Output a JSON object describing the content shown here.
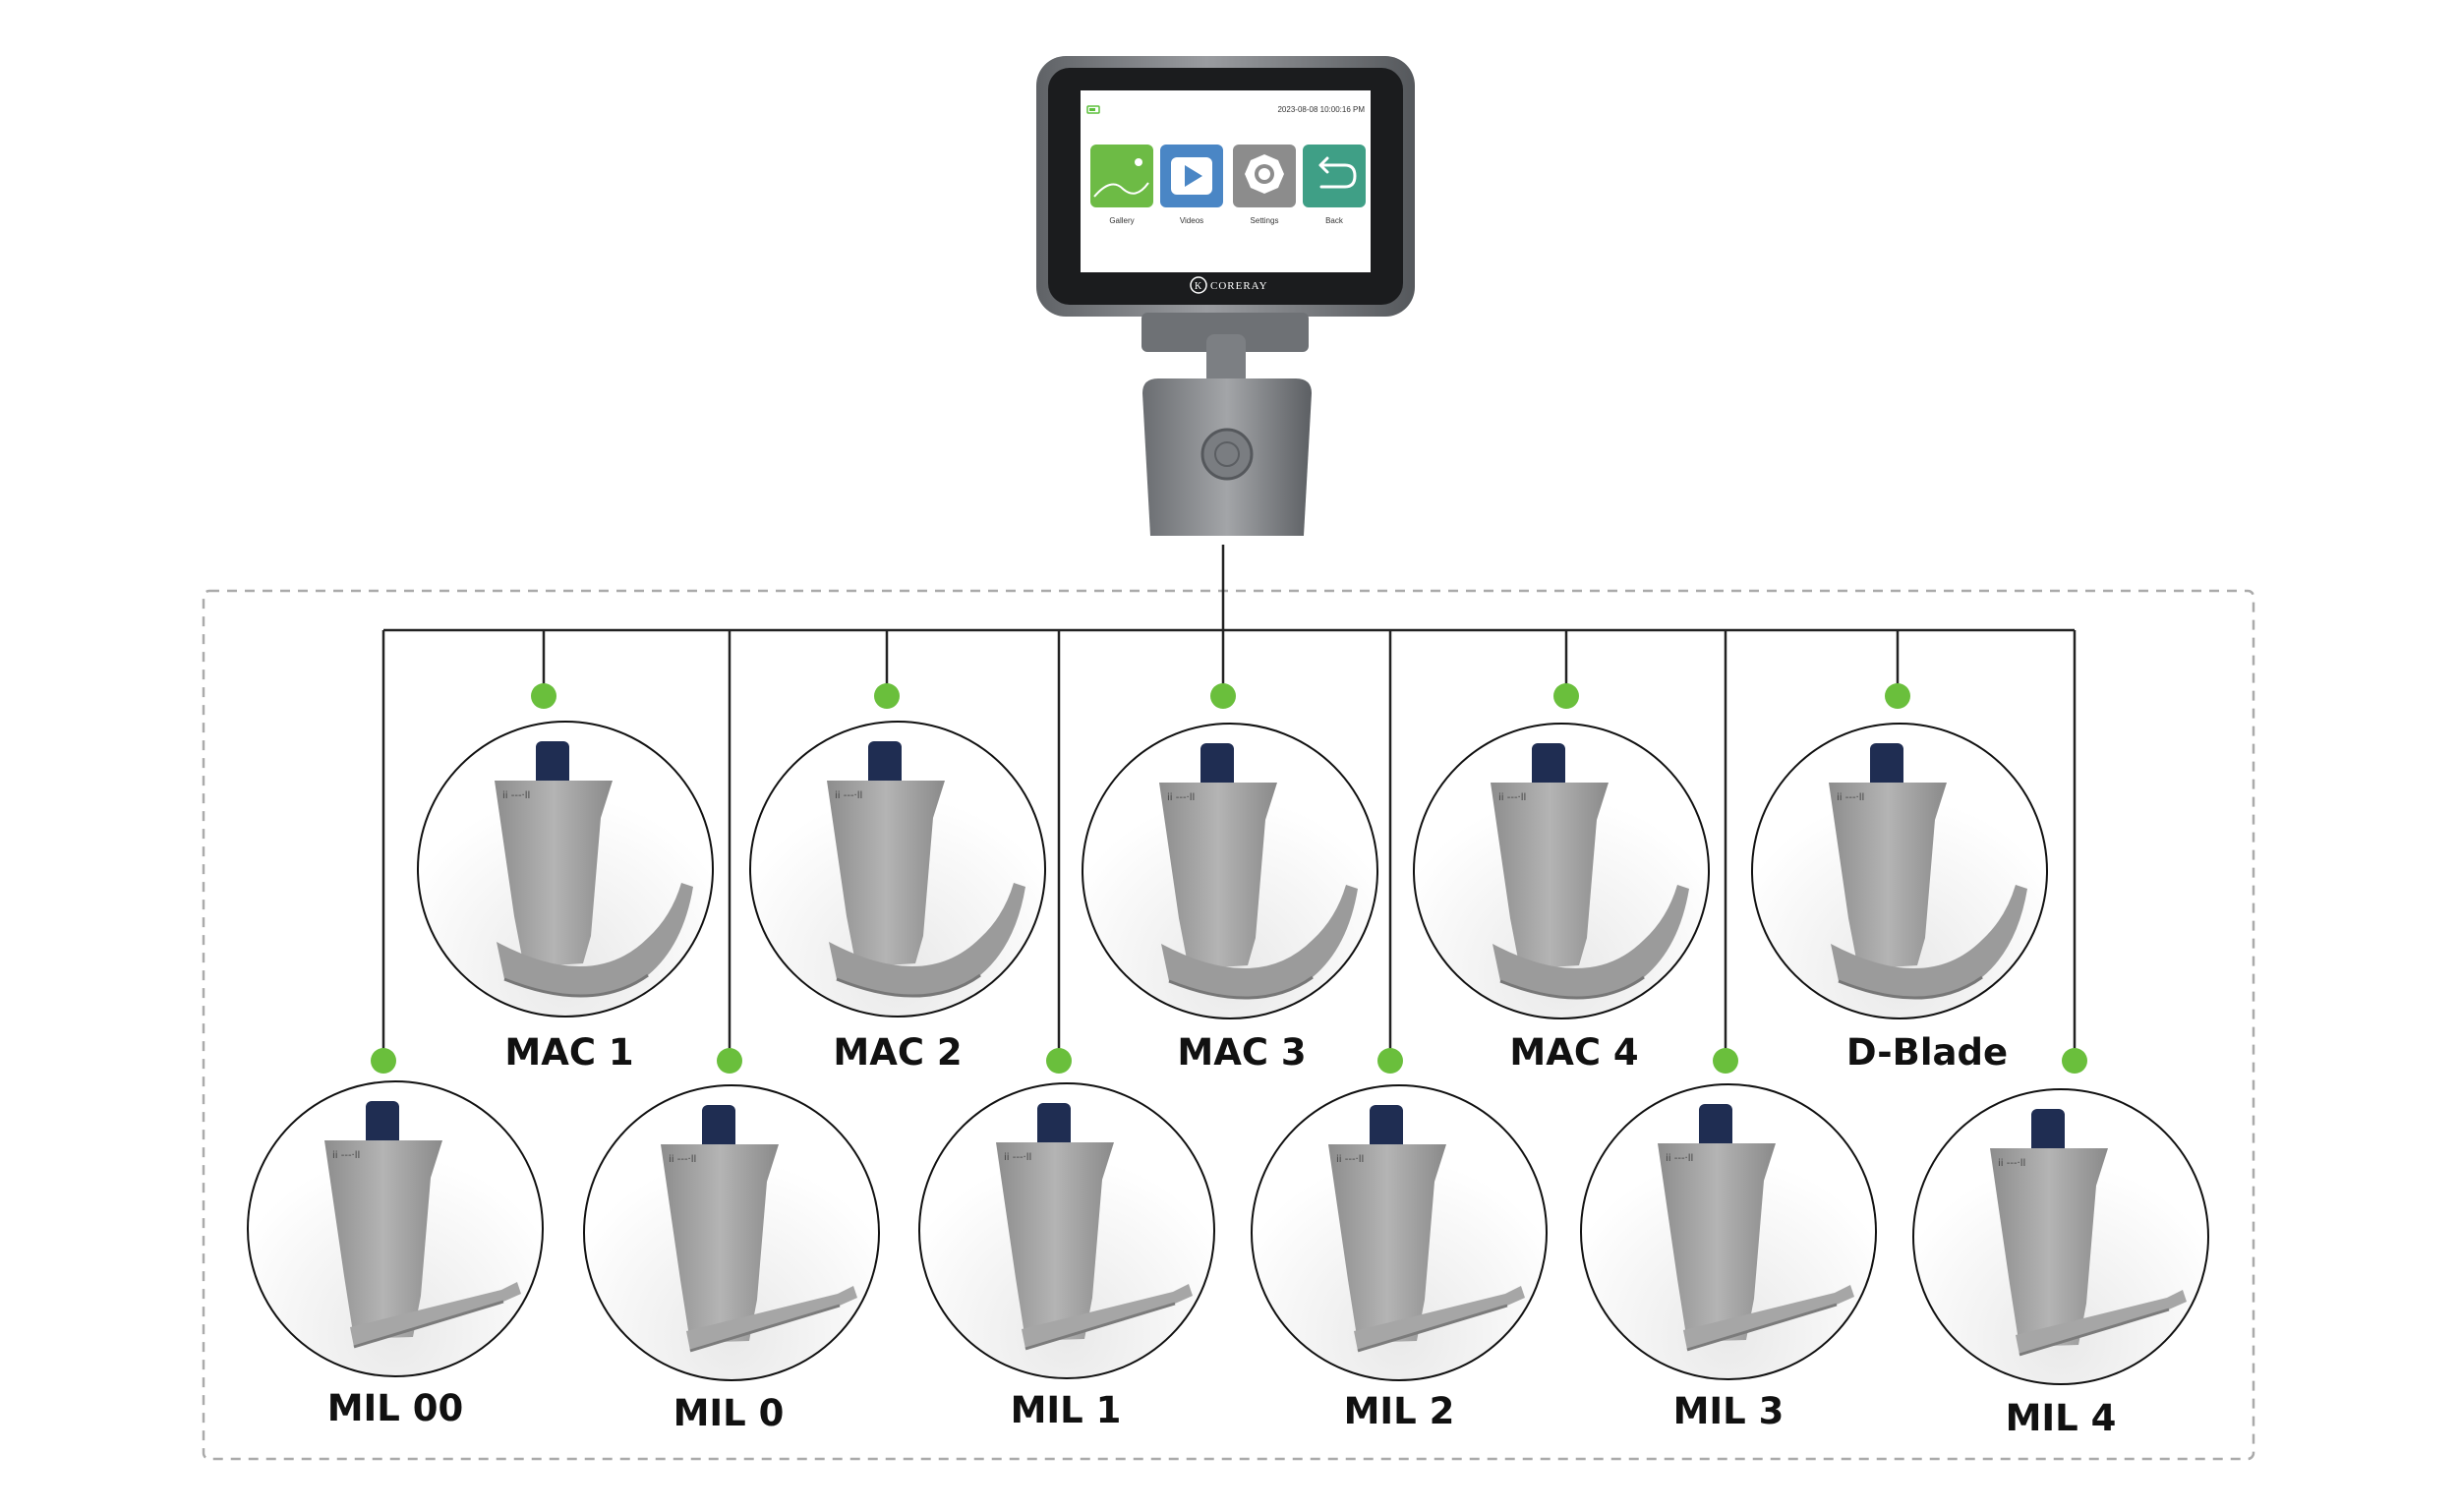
{
  "device": {
    "brand": "CORERAY",
    "screen_time": "2023-08-08 10:00:16 PM",
    "screen_icons": [
      {
        "label": "Gallery",
        "icon": "gallery-icon",
        "color": "#6dbb45"
      },
      {
        "label": "Videos",
        "icon": "play-icon",
        "color": "#4a86c5"
      },
      {
        "label": "Settings",
        "icon": "gear-icon",
        "color": "#8c8c8c"
      },
      {
        "label": "Back",
        "icon": "back-arrow-icon",
        "color": "#3f9f86"
      }
    ]
  },
  "blades_top": [
    "MAC 1",
    "MAC 2",
    "MAC 3",
    "MAC 4",
    "D-Blade"
  ],
  "blades_bottom": [
    "MIL 00",
    "MIL 0",
    "MIL 1",
    "MIL 2",
    "MIL 3",
    "MIL 4"
  ],
  "colors": {
    "node_dot": "#6abf3c",
    "connector": "#222222",
    "dashed_border": "#aaaaaa",
    "blade_handle": "#1f2d52",
    "blade_body": "#9a9a9a"
  }
}
